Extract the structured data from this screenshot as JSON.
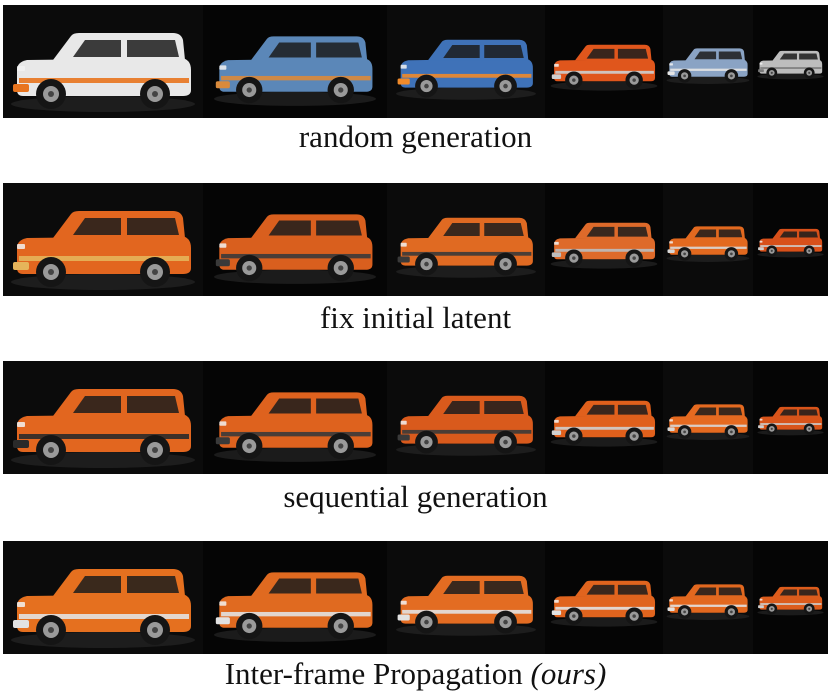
{
  "figure": {
    "rows": [
      {
        "caption": "random generation",
        "frames": [
          {
            "body": "#e8e8e8",
            "accent": "#e8741e"
          },
          {
            "body": "#5b87b8",
            "accent": "#d98a3c"
          },
          {
            "body": "#3f72b8",
            "accent": "#f08a2a"
          },
          {
            "body": "#e0561c",
            "accent": "#cfcfcf"
          },
          {
            "body": "#8aa3c4",
            "accent": "#e5e5e5"
          },
          {
            "body": "#bdbdbd",
            "accent": "#7a7a7a"
          }
        ]
      },
      {
        "caption": "fix initial latent",
        "frames": [
          {
            "body": "#e2661f",
            "accent": "#e6b45a"
          },
          {
            "body": "#d95f1e",
            "accent": "#3a3a3a"
          },
          {
            "body": "#e06a22",
            "accent": "#3a3a3a"
          },
          {
            "body": "#de6a2a",
            "accent": "#bdbdbd"
          },
          {
            "body": "#e2691f",
            "accent": "#d8d8d8"
          },
          {
            "body": "#d8501a",
            "accent": "#cfcfcf"
          }
        ]
      },
      {
        "caption": "sequential generation",
        "frames": [
          {
            "body": "#e2661f",
            "accent": "#2a2a2a"
          },
          {
            "body": "#de621e",
            "accent": "#3a3a3a"
          },
          {
            "body": "#d95a1c",
            "accent": "#3a3a3a"
          },
          {
            "body": "#e0601c",
            "accent": "#cfcfcf"
          },
          {
            "body": "#e56a20",
            "accent": "#d8d8d8"
          },
          {
            "body": "#d8541a",
            "accent": "#cfcfcf"
          }
        ]
      },
      {
        "caption": "Inter-frame Propagation",
        "caption_italic": "(ours)",
        "frames": [
          {
            "body": "#e5701f",
            "accent": "#e2e2e2"
          },
          {
            "body": "#e06a20",
            "accent": "#e2e2e2"
          },
          {
            "body": "#e36c22",
            "accent": "#e2e2e2"
          },
          {
            "body": "#e0641e",
            "accent": "#e2e2e2"
          },
          {
            "body": "#e2681f",
            "accent": "#e2e2e2"
          },
          {
            "body": "#dc5c1c",
            "accent": "#cfcfcf"
          }
        ]
      }
    ]
  }
}
